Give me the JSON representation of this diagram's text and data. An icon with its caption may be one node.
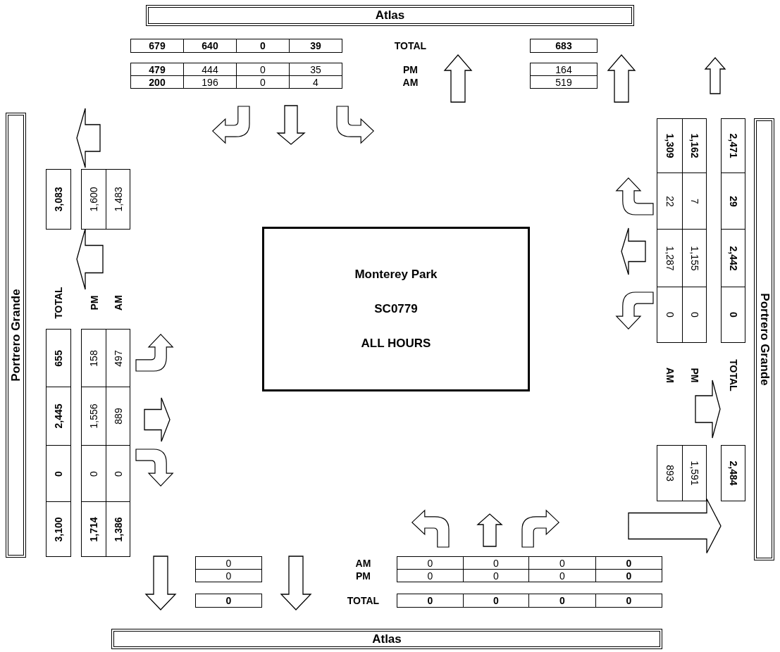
{
  "diagram": {
    "nodes": [
      {
        "text": [
          "Atlas"
        ]
      },
      {
        "text": [
          "Portrero Grande"
        ]
      },
      {
        "text": [
          "Monterey Park",
          "SC0779",
          "ALL HOURS"
        ]
      },
      {
        "text": [
          "Portrero Grande"
        ]
      },
      {
        "text": [
          "Atlas"
        ]
      }
    ],
    "edges": [],
    "labels": [
      "679",
      "640",
      "0",
      "39",
      "TOTAL",
      "683",
      "479",
      "444",
      "0",
      "35",
      "PM",
      "164",
      "200",
      "196",
      "0",
      "4",
      "AM",
      "519",
      "3,083",
      "TOTAL",
      "655",
      "2,445",
      "0",
      "3,100",
      "1,600",
      "PM",
      "158",
      "1,556",
      "0",
      "1,714",
      "1,483",
      "AM",
      "497",
      "889",
      "0",
      "1,386",
      "1,309",
      "22",
      "1,287",
      "0",
      "AM",
      "893",
      "1,162",
      "7",
      "1,155",
      "0",
      "PM",
      "1,591",
      "2,471",
      "29",
      "2,442",
      "0",
      "TOTAL",
      "2,484",
      "0",
      "AM",
      "0",
      "0",
      "0",
      "0",
      "0",
      "PM",
      "0",
      "0",
      "0",
      "0",
      "0",
      "TOTAL",
      "0",
      "0",
      "0",
      "0"
    ]
  }
}
